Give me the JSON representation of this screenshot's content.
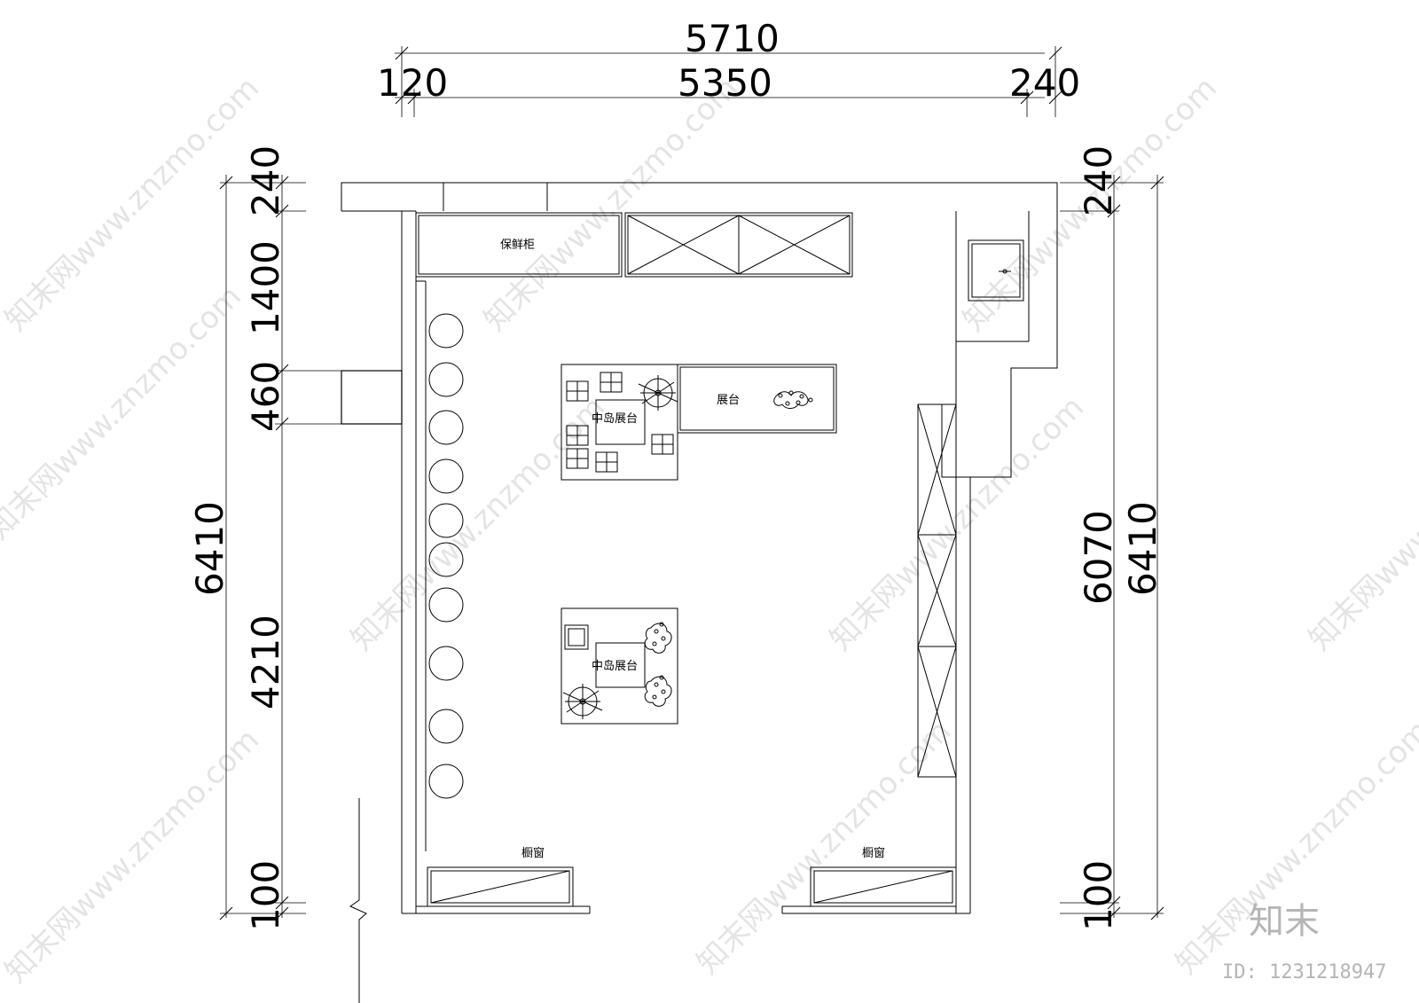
{
  "dimensions": {
    "top_total": "5710",
    "top_left": "120",
    "top_mid": "5350",
    "top_right": "240",
    "left_240": "240",
    "left_1400": "1400",
    "left_460": "460",
    "left_total": "6410",
    "left_4210": "4210",
    "left_100": "100",
    "right_240": "240",
    "right_6070": "6070",
    "right_total": "6410",
    "right_100": "100"
  },
  "labels": {
    "fridge": "保鲜柜",
    "island_1": "中岛展台",
    "island_2": "中岛展台",
    "display": "展台",
    "window_left": "橱窗",
    "window_right": "橱窗"
  },
  "watermark": {
    "site": "知末网www.znzmo.com",
    "logo": "知末",
    "id": "ID: 1231218947"
  }
}
